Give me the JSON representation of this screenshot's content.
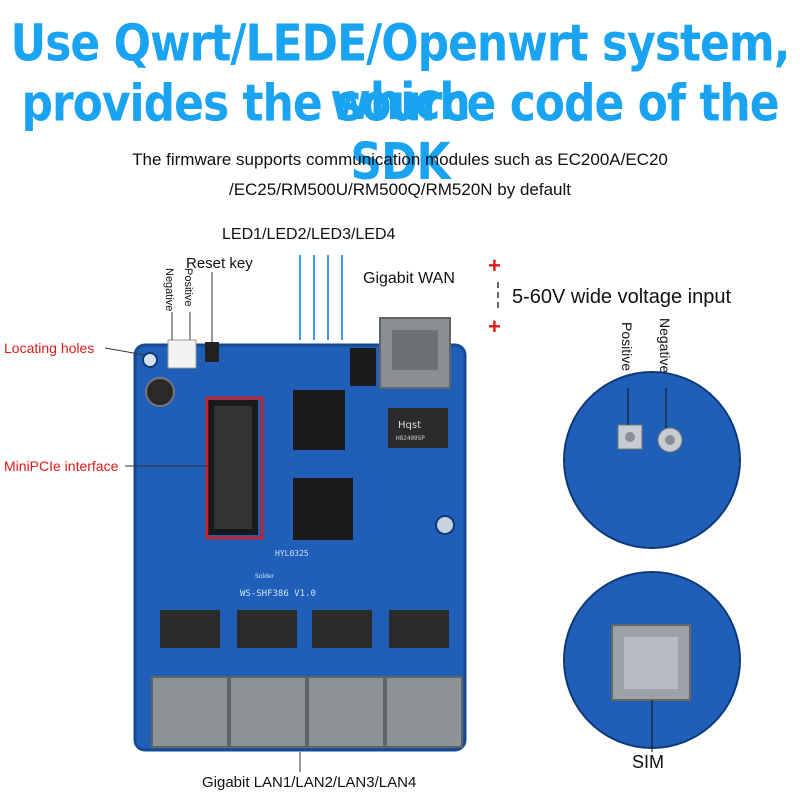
{
  "headline": {
    "line1": "Use Qwrt/LEDE/Openwrt system, which",
    "line2": "provides the source code of the SDK"
  },
  "subtitle": {
    "line1": "The firmware supports communication modules such as EC200A/EC20",
    "line2": "/EC25/RM500U/RM500Q/RM520N by default"
  },
  "labels": {
    "leds": "LED1/LED2/LED3/LED4",
    "reset_key": "Reset key",
    "gigabit_wan": "Gigabit WAN",
    "voltage": "5-60V wide voltage input",
    "negative_small": "Negative",
    "positive_small": "Positive",
    "positive": "Positive",
    "negative": "Negative",
    "locating_holes": "Locating holes",
    "minipcie": "MiniPCIe interface",
    "lan": "Gigabit LAN1/LAN2/LAN3/LAN4",
    "sim": "SIM",
    "plus": "+"
  },
  "board_markings": {
    "model": "WS-SHF386 V1.0",
    "code": "HYL0325",
    "solder": "Solder",
    "chip_brand": "Hqst",
    "chip_part": "H82409SP"
  },
  "colors": {
    "headline": "#1aa3f0",
    "board": "#1f5fb8",
    "annotation_red": "#e01818"
  }
}
